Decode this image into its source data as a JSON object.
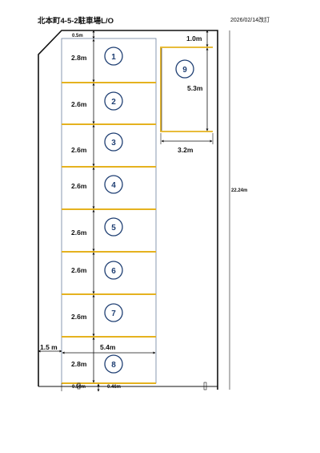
{
  "header": {
    "title": "北本町4-5-2駐車場L/O",
    "date": "2026/02/14改訂"
  },
  "colors": {
    "accent": "#e5b21f",
    "circle": "#1f3f73",
    "line": "#222222"
  },
  "spaces": [
    {
      "number": "1",
      "length": "2.8m"
    },
    {
      "number": "2",
      "length": "2.6m"
    },
    {
      "number": "3",
      "length": "2.6m"
    },
    {
      "number": "4",
      "length": "2.6m"
    },
    {
      "number": "5",
      "length": "2.6m"
    },
    {
      "number": "6",
      "length": "2.6m"
    },
    {
      "number": "7",
      "length": "2.6m"
    },
    {
      "number": "8",
      "length": "2.8m"
    }
  ],
  "space9": {
    "number": "9",
    "length": "5.3m",
    "width": "3.2m",
    "offset": "1.0m"
  },
  "dimensions": {
    "top_gap": "0.5m",
    "left_setback": "1.5 m",
    "space_width": "5.4m",
    "total_depth": "22.24m",
    "bottom_left": "0.50m",
    "bottom_right": "0.46m"
  }
}
